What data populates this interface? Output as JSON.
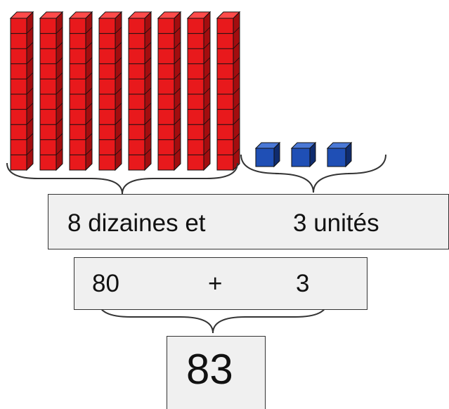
{
  "blocks": {
    "tens_rods": 8,
    "rod_units": 10,
    "unit_cubes": 3,
    "colors": {
      "rod": "#e8191c",
      "rod_dark": "#a30d0f",
      "rod_top": "#ff4a4a",
      "cube": "#1f4fb5",
      "cube_dark": "#0f2c6e",
      "cube_top": "#4a78d6",
      "outline": "#111111"
    }
  },
  "row1": {
    "tens_text": "8 dizaines et",
    "units_text": "3 unités"
  },
  "row2": {
    "tens_value": "80",
    "plus": "+",
    "units_value": "3"
  },
  "result": {
    "value": "83"
  }
}
